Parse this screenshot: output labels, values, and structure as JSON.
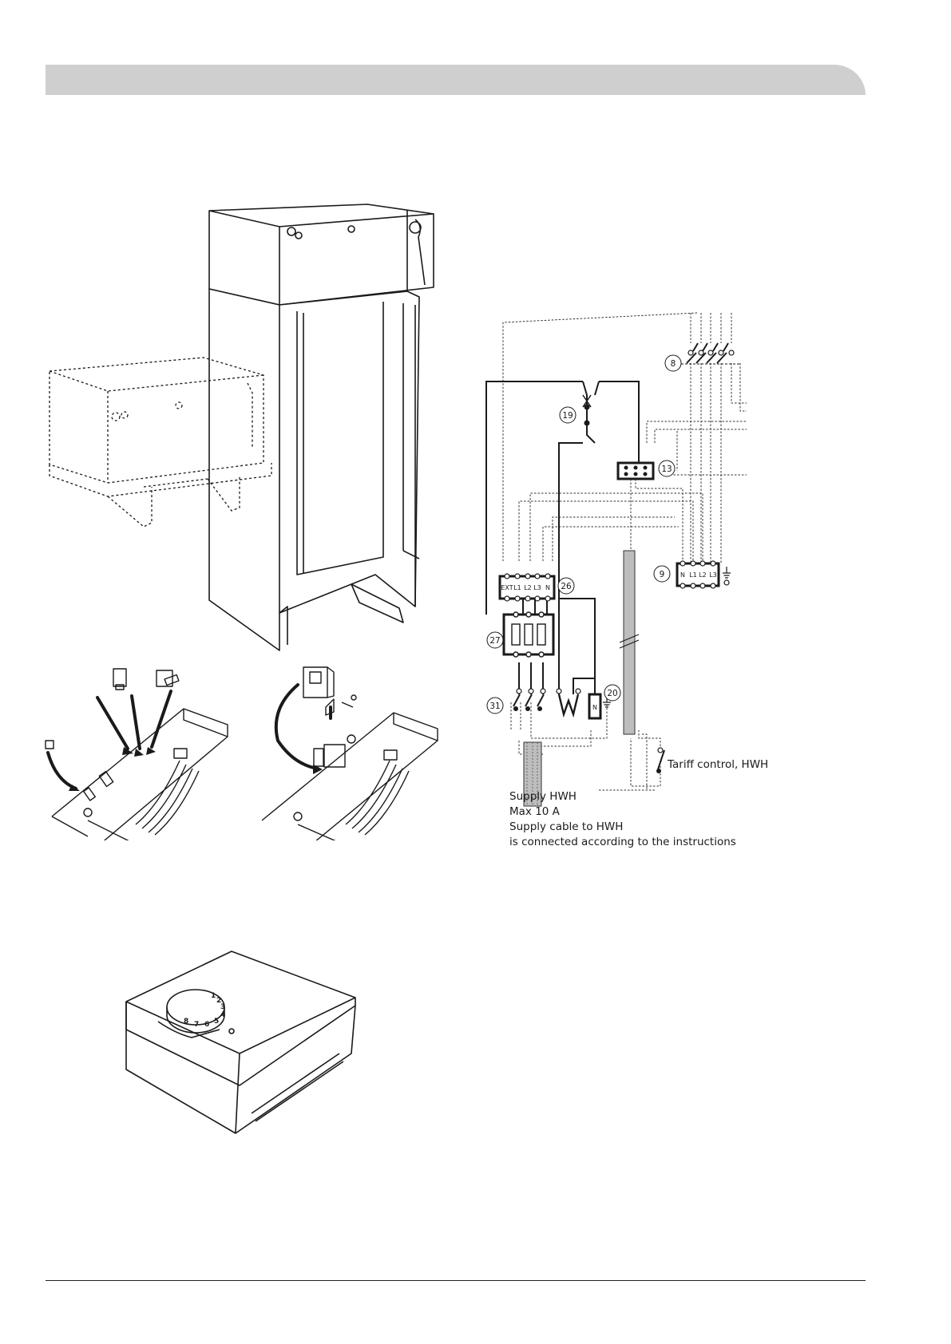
{
  "wiring": {
    "callouts": {
      "c8": "8",
      "c19": "19",
      "c13": "13",
      "c9": "9",
      "c26": "26",
      "c27": "27",
      "c31": "31",
      "c20": "20"
    },
    "block26": {
      "ext": "EXT",
      "l1": "L1",
      "l2": "L2",
      "l3": "L3",
      "n": "N"
    },
    "block9": {
      "n": "N",
      "l1": "L1",
      "l2": "L2",
      "l3": "L3"
    },
    "block20": {
      "n": "N"
    },
    "tariff_label": "Tariff control, HWH",
    "supply_notes": [
      "Supply HWH",
      "Max 10 A",
      "Supply cable to HWH",
      "is connected according to the instructions"
    ]
  },
  "thermostat": {
    "dial_numbers": [
      "1",
      "2",
      "3",
      "4",
      "5",
      "6",
      "7",
      "8"
    ]
  }
}
